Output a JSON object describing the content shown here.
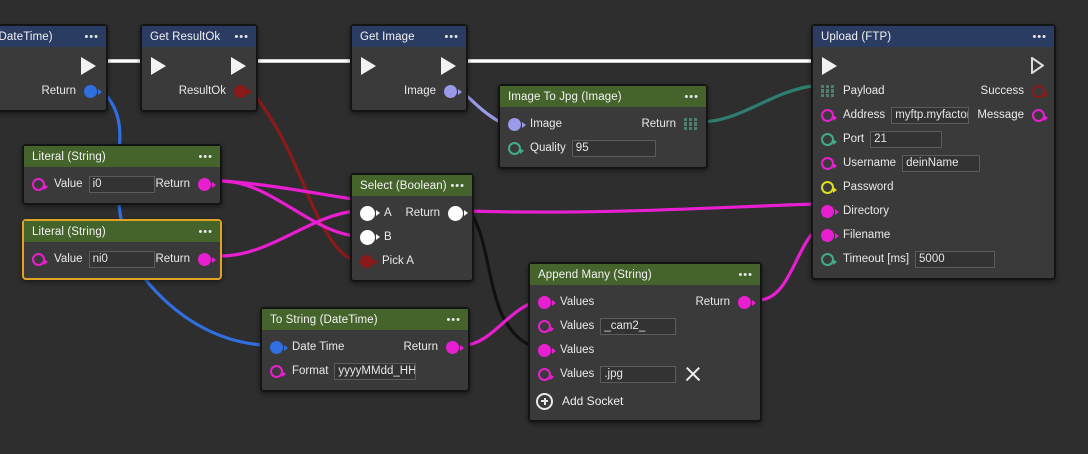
{
  "canvas": {
    "background": "#2e2e2e",
    "wire_exec_color": "#ffffff"
  },
  "colors": {
    "header_blue": "#2b3c63",
    "header_green": "#44642b",
    "node_body": "#3a3a3a",
    "selected_border": "#e0a326",
    "pin_magenta": "#e81fd0",
    "pin_green": "#3fae86",
    "pin_blue": "#2f6fe0",
    "pin_lavender": "#9a9ae8",
    "pin_darkred": "#8c1a1a",
    "pin_yellow": "#e0e021",
    "pin_white": "#ffffff",
    "pin_array_teal": "#4f7f6a",
    "wire_black": "#111111",
    "wire_teal": "#2e7f70"
  },
  "nodes": [
    {
      "id": "now",
      "title": "Now (DateTime)",
      "header_style": "blue",
      "menu": "•••",
      "selected": false,
      "exec": {
        "in": true,
        "out": true
      },
      "rows": [
        {
          "label": "Return",
          "side": "out",
          "pin": "blue",
          "filled": true
        }
      ]
    },
    {
      "id": "get_resultok",
      "title": "Get ResultOk",
      "header_style": "blue",
      "menu": "•••",
      "selected": false,
      "exec": {
        "in": true,
        "out": true
      },
      "rows": [
        {
          "label": "ResultOk",
          "side": "out",
          "pin": "darkred",
          "filled": true
        }
      ]
    },
    {
      "id": "get_image",
      "title": "Get Image",
      "header_style": "blue",
      "menu": "•••",
      "selected": false,
      "exec": {
        "in": true,
        "out": true
      },
      "rows": [
        {
          "label": "Image",
          "side": "out",
          "pin": "lavender",
          "filled": true
        }
      ]
    },
    {
      "id": "image_to_jpg",
      "title": "Image To Jpg (Image)",
      "header_style": "green",
      "menu": "•••",
      "selected": false,
      "rows": [
        {
          "label": "Image",
          "side": "in",
          "pin": "lavender",
          "filled": true,
          "right_label": "Return",
          "right_pin": "array"
        },
        {
          "label": "Quality",
          "side": "in",
          "pin": "green",
          "filled": false,
          "value": "95",
          "field_width": 84
        }
      ]
    },
    {
      "id": "literal_1",
      "title": "Literal (String)",
      "header_style": "green",
      "menu": "•••",
      "selected": false,
      "rows": [
        {
          "label": "Value",
          "side": "in",
          "pin": "magenta",
          "filled": false,
          "value": "i0",
          "field_width": 72,
          "right_label": "Return",
          "right_pin": "magenta"
        }
      ]
    },
    {
      "id": "literal_2",
      "title": "Literal (String)",
      "header_style": "green",
      "menu": "•••",
      "selected": true,
      "rows": [
        {
          "label": "Value",
          "side": "in",
          "pin": "magenta",
          "filled": false,
          "value": "ni0",
          "field_width": 72,
          "right_label": "Return",
          "right_pin": "magenta"
        }
      ]
    },
    {
      "id": "select_bool",
      "title": "Select (Boolean)",
      "header_style": "green",
      "menu": "•••",
      "selected": false,
      "rows": [
        {
          "label": "A",
          "side": "in",
          "pin": "white",
          "filled": true,
          "right_label": "Return",
          "right_pin": "white"
        },
        {
          "label": "B",
          "side": "in",
          "pin": "white",
          "filled": true
        },
        {
          "label": "Pick A",
          "side": "in",
          "pin": "darkred",
          "filled": true
        }
      ]
    },
    {
      "id": "to_string_dt",
      "title": "To String (DateTime)",
      "header_style": "green",
      "menu": "•••",
      "selected": false,
      "rows": [
        {
          "label": "Date Time",
          "side": "in",
          "pin": "blue",
          "filled": true,
          "right_label": "Return",
          "right_pin": "magenta"
        },
        {
          "label": "Format",
          "side": "in",
          "pin": "magenta",
          "filled": false,
          "value": "yyyyMMdd_HH",
          "field_width": 84
        }
      ]
    },
    {
      "id": "append_many",
      "title": "Append Many (String)",
      "header_style": "green",
      "menu": "•••",
      "selected": false,
      "rows": [
        {
          "label": "Values",
          "side": "in",
          "pin": "magenta",
          "filled": true,
          "right_label": "Return",
          "right_pin": "magenta"
        },
        {
          "label": "Values",
          "side": "in",
          "pin": "magenta",
          "filled": false,
          "value": "_cam2_",
          "field_width": 76
        },
        {
          "label": "Values",
          "side": "in",
          "pin": "magenta",
          "filled": true
        },
        {
          "label": "Values",
          "side": "in",
          "pin": "magenta",
          "filled": false,
          "value": ".jpg",
          "field_width": 76,
          "remove": true
        }
      ],
      "add_socket_label": "Add Socket"
    },
    {
      "id": "upload_ftp",
      "title": "Upload (FTP)",
      "header_style": "blue",
      "menu": "•••",
      "selected": false,
      "exec": {
        "in": true,
        "out": true,
        "out_hollow": true
      },
      "rows": [
        {
          "label": "Payload",
          "side": "in",
          "pin": "array",
          "right_label": "Success",
          "right_pin": "darkred",
          "right_filled": false
        },
        {
          "label": "Address",
          "side": "in",
          "pin": "magenta",
          "filled": false,
          "value": "myftp.myfactor",
          "field_width": 78,
          "right_label": "Message",
          "right_pin": "magenta",
          "right_filled": false
        },
        {
          "label": "Port",
          "side": "in",
          "pin": "green",
          "filled": false,
          "value": "21",
          "field_width": 72
        },
        {
          "label": "Username",
          "side": "in",
          "pin": "magenta",
          "filled": false,
          "value": "deinName",
          "field_width": 78
        },
        {
          "label": "Password",
          "side": "in",
          "pin": "yellow",
          "filled": false
        },
        {
          "label": "Directory",
          "side": "in",
          "pin": "magenta",
          "filled": true
        },
        {
          "label": "Filename",
          "side": "in",
          "pin": "magenta",
          "filled": true
        },
        {
          "label": "Timeout [ms]",
          "side": "in",
          "pin": "green",
          "filled": false,
          "value": "5000",
          "field_width": 80
        }
      ]
    }
  ],
  "wires": [
    {
      "from": "now.exec_out",
      "to": "get_resultok.exec_in",
      "color": "#ffffff",
      "width": 3
    },
    {
      "from": "get_resultok.exec_out",
      "to": "get_image.exec_in",
      "color": "#ffffff",
      "width": 3
    },
    {
      "from": "get_image.exec_out",
      "to": "upload_ftp.exec_in",
      "color": "#ffffff",
      "width": 3
    },
    {
      "from": "now.Return",
      "to": "to_string_dt.DateTime",
      "color": "#2f6fe0",
      "width": 3
    },
    {
      "from": "get_resultok.ResultOk",
      "to": "select_bool.PickA",
      "color": "#8c1a1a",
      "width": 3
    },
    {
      "from": "get_image.Image",
      "to": "image_to_jpg.Image",
      "color": "#9a9ae8",
      "width": 3
    },
    {
      "from": "image_to_jpg.Return",
      "to": "upload_ftp.Payload",
      "color": "#2e7f70",
      "width": 3
    },
    {
      "from": "literal_1.Return",
      "to": "select_bool.B",
      "color": "#e81fd0",
      "width": 3
    },
    {
      "from": "literal_2.Return",
      "to": "select_bool.A",
      "color": "#e81fd0",
      "width": 3
    },
    {
      "from": "literal_1.Return",
      "to": "upload_ftp.Directory",
      "color": "#e81fd0",
      "width": 3
    },
    {
      "from": "select_bool.Return",
      "to": "append_many.Values3",
      "color": "#111111",
      "width": 3
    },
    {
      "from": "to_string_dt.Return",
      "to": "append_many.Values1",
      "color": "#e81fd0",
      "width": 3
    },
    {
      "from": "append_many.Return",
      "to": "upload_ftp.Filename",
      "color": "#e81fd0",
      "width": 3
    }
  ]
}
